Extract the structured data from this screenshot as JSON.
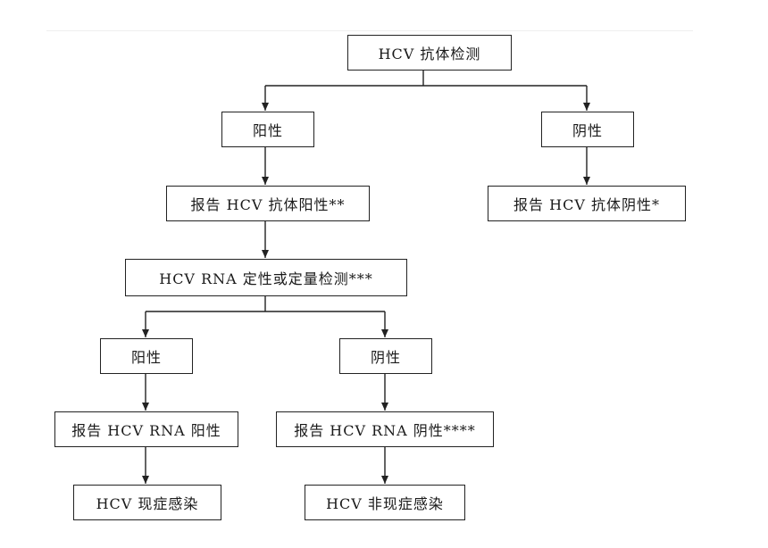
{
  "nodes": {
    "hcv_antibody_test": "HCV 抗体检测",
    "antibody_positive": "阳性",
    "antibody_negative": "阴性",
    "report_antibody_positive": "报告 HCV 抗体阳性**",
    "report_antibody_negative": "报告 HCV 抗体阴性*",
    "rna_test": "HCV RNA 定性或定量检测***",
    "rna_positive": "阳性",
    "rna_negative": "阴性",
    "report_rna_positive": "报告 HCV RNA 阳性",
    "report_rna_negative": "报告 HCV RNA 阴性****",
    "hcv_current_infection": "HCV 现症感染",
    "hcv_non_current_infection": "HCV 非现症感染"
  },
  "edges": [
    [
      "hcv_antibody_test",
      "antibody_positive"
    ],
    [
      "hcv_antibody_test",
      "antibody_negative"
    ],
    [
      "antibody_positive",
      "report_antibody_positive"
    ],
    [
      "antibody_negative",
      "report_antibody_negative"
    ],
    [
      "report_antibody_positive",
      "rna_test"
    ],
    [
      "rna_test",
      "rna_positive"
    ],
    [
      "rna_test",
      "rna_negative"
    ],
    [
      "rna_positive",
      "report_rna_positive"
    ],
    [
      "rna_negative",
      "report_rna_negative"
    ],
    [
      "report_rna_positive",
      "hcv_current_infection"
    ],
    [
      "report_rna_negative",
      "hcv_non_current_infection"
    ]
  ],
  "colors": {
    "line": "#222222",
    "box_border": "#222222",
    "text": "#1a1a1a",
    "background": "#ffffff"
  }
}
